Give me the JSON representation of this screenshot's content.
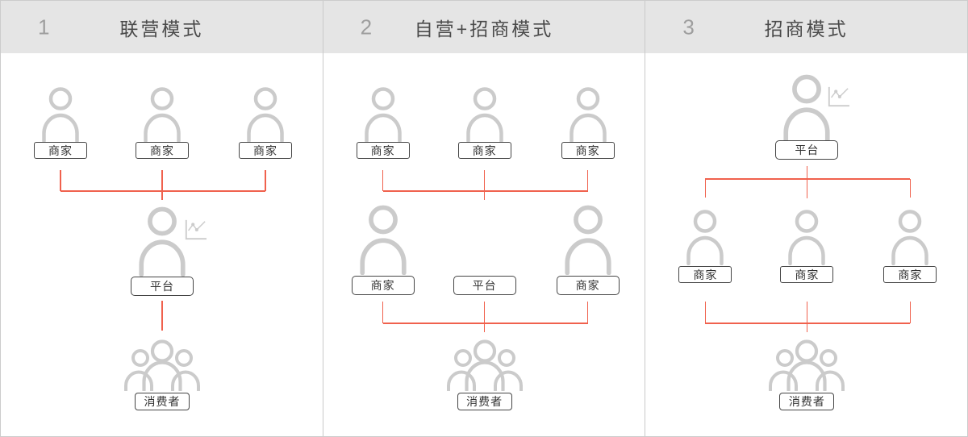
{
  "colors": {
    "header_bg": "#e5e5e5",
    "page_bg": "#ffffff",
    "outer_border": "#cccccc",
    "divider": "#c9c9c9",
    "icon_gray": "#cbcbcb",
    "connector_red": "#f0614d",
    "panel_number_gray": "#9e9e9e",
    "title_gray": "#4a4a4a",
    "label_text": "#333333"
  },
  "icons": {
    "person": "person-outline-icon",
    "people_group": "people-group-icon",
    "line_chart": "line-chart-icon"
  },
  "panels": [
    {
      "number": "1",
      "title": "联营模式",
      "top_labels": [
        "商家",
        "商家",
        "商家"
      ],
      "mid_labels": [
        "平台"
      ],
      "bottom_label": "消费者"
    },
    {
      "number": "2",
      "title": "自营+招商模式",
      "top_labels": [
        "商家",
        "商家",
        "商家"
      ],
      "mid_labels": [
        "商家",
        "平台",
        "商家"
      ],
      "bottom_label": "消费者"
    },
    {
      "number": "3",
      "title": "招商模式",
      "top_labels": [
        "平台"
      ],
      "mid_labels": [
        "商家",
        "商家",
        "商家"
      ],
      "bottom_label": "消费者"
    }
  ]
}
